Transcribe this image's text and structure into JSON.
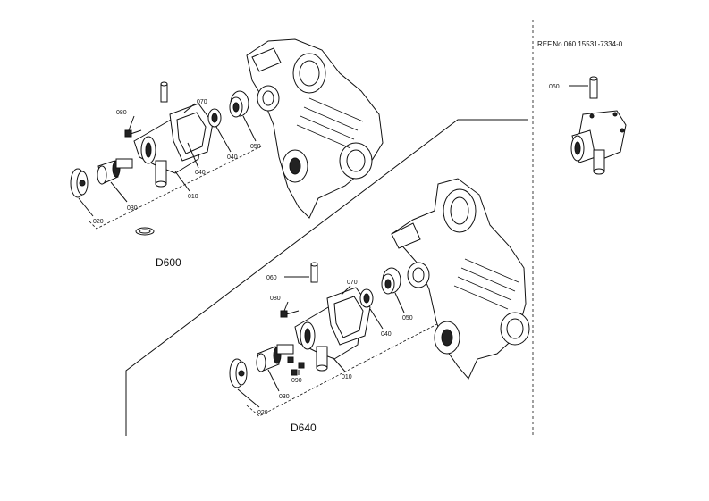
{
  "reference": "REF.No.060 15531-7334-0",
  "models": {
    "top": "D600",
    "bottom": "D640"
  },
  "inset": {
    "callout": "060"
  },
  "top_callouts": {
    "p010": "010",
    "p020": "020",
    "p030": "030",
    "p040": "040",
    "p050": "050",
    "p070": "070",
    "p080": "080"
  },
  "bottom_callouts": {
    "p010": "010",
    "p020": "020",
    "p030": "030",
    "p040": "040",
    "p050": "050",
    "p060": "060",
    "p070": "070",
    "p080": "080",
    "p090": "090"
  }
}
